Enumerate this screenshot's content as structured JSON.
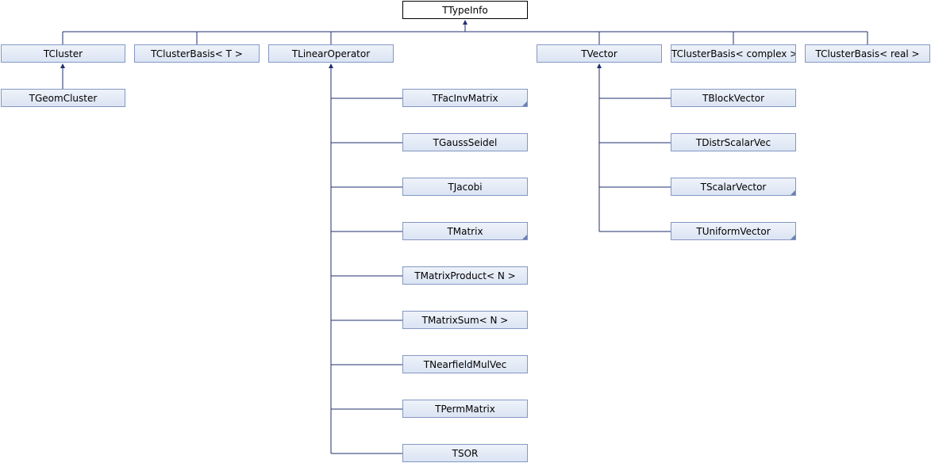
{
  "diagram": {
    "root": {
      "label": "TTypeInfo"
    },
    "colors": {
      "edge": "#1f2f6e",
      "box_border": "#8497c4",
      "root_border": "#000000"
    },
    "level1": [
      {
        "label": "TCluster",
        "children": [
          {
            "label": "TGeomCluster",
            "more": false
          }
        ]
      },
      {
        "label": "TClusterBasis< T >",
        "children": []
      },
      {
        "label": "TLinearOperator",
        "children": [
          {
            "label": "TFacInvMatrix",
            "more": true
          },
          {
            "label": "TGaussSeidel",
            "more": false
          },
          {
            "label": "TJacobi",
            "more": false
          },
          {
            "label": "TMatrix",
            "more": true
          },
          {
            "label": "TMatrixProduct< N >",
            "more": false
          },
          {
            "label": "TMatrixSum< N >",
            "more": false
          },
          {
            "label": "TNearfieldMulVec",
            "more": false
          },
          {
            "label": "TPermMatrix",
            "more": false
          },
          {
            "label": "TSOR",
            "more": false
          }
        ]
      },
      {
        "label": "TVector",
        "children": [
          {
            "label": "TBlockVector",
            "more": false
          },
          {
            "label": "TDistrScalarVec",
            "more": false
          },
          {
            "label": "TScalarVector",
            "more": true
          },
          {
            "label": "TUniformVector",
            "more": true
          }
        ]
      },
      {
        "label": "TClusterBasis< complex >",
        "children": []
      },
      {
        "label": "TClusterBasis< real >",
        "children": []
      }
    ]
  }
}
